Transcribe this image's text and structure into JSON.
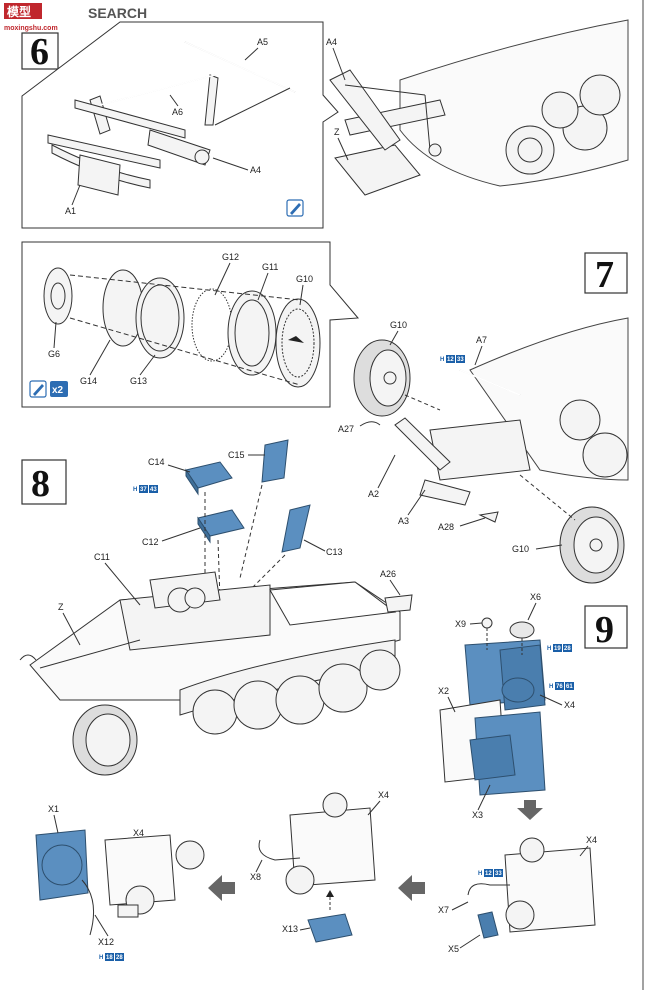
{
  "watermark": {
    "logo_text": "模型",
    "brand": "SEARCH",
    "url": "moxingshu.com"
  },
  "steps": {
    "s6": "6",
    "s7": "7",
    "s8": "8",
    "s9": "9"
  },
  "labels": {
    "step6": [
      "A5",
      "A6",
      "A4",
      "A1",
      "A4",
      "Z"
    ],
    "step7": [
      "G12",
      "G11",
      "G10",
      "G6",
      "G14",
      "G13",
      "G10",
      "A7",
      "A27",
      "A2",
      "A3",
      "A28",
      "G10"
    ],
    "step8": [
      "C15",
      "C14",
      "C12",
      "C13",
      "C11",
      "Z",
      "A26"
    ],
    "step9": [
      "X6",
      "X9",
      "X2",
      "X4",
      "X3",
      "X1",
      "X4",
      "X4",
      "X12",
      "X8",
      "X13",
      "X4",
      "X7",
      "X5"
    ]
  },
  "paint_refs": [
    {
      "h": "H",
      "a": "12",
      "b": "33"
    },
    {
      "h": "H",
      "a": "37",
      "b": "43"
    },
    {
      "h": "H",
      "a": "19",
      "b": "28"
    },
    {
      "h": "H",
      "a": "76",
      "b": "61"
    },
    {
      "h": "H",
      "a": "12",
      "b": "33"
    },
    {
      "h": "H",
      "a": "18",
      "b": "28"
    }
  ],
  "badges": {
    "multiply": "x2"
  },
  "colors": {
    "accent_blue": "#5b8fc0",
    "paint_badge": "#1a5fa8",
    "watermark_red": "#c0272d"
  }
}
